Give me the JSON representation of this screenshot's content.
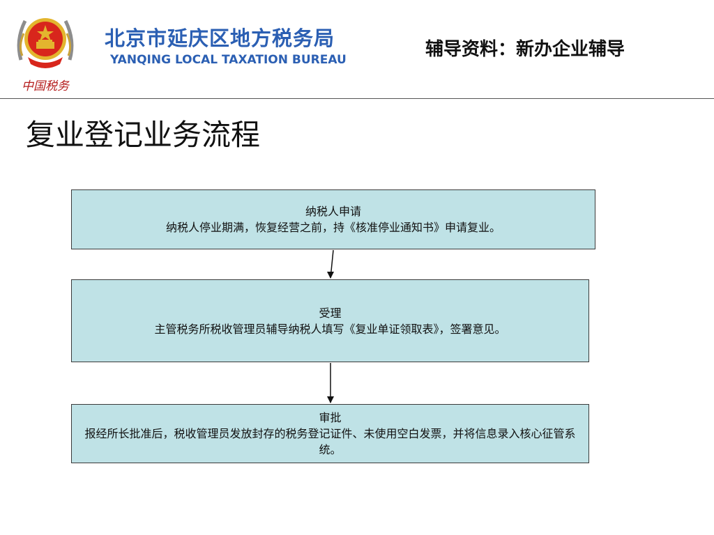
{
  "header": {
    "org_name_cn": "北京市延庆区地方税务局",
    "org_name_en": "YANQING LOCAL TAXATION BUREAU",
    "material_label": "辅导资料：新办企业辅导",
    "emblem_caption": "中国税务"
  },
  "page_title": "复业登记业务流程",
  "flow": [
    {
      "title": "纳税人申请",
      "desc": "纳税人停业期满，恢复经营之前，持《核准停业通知书》申请复业。"
    },
    {
      "title": "受理",
      "desc": "主管税务所税收管理员辅导纳税人填写《复业单证领取表》，签署意见。"
    },
    {
      "title": "审批",
      "desc": "报经所长批准后，税收管理员发放封存的税务登记证件、未使用空白发票，并将信息录入核心征管系统。"
    }
  ],
  "colors": {
    "brand_blue": "#2b5fb3",
    "box_fill": "#bfe2e6",
    "emblem_red": "#d8261c",
    "emblem_gold": "#e3b52e"
  },
  "icons": {
    "emblem": "tax-emblem-icon"
  }
}
